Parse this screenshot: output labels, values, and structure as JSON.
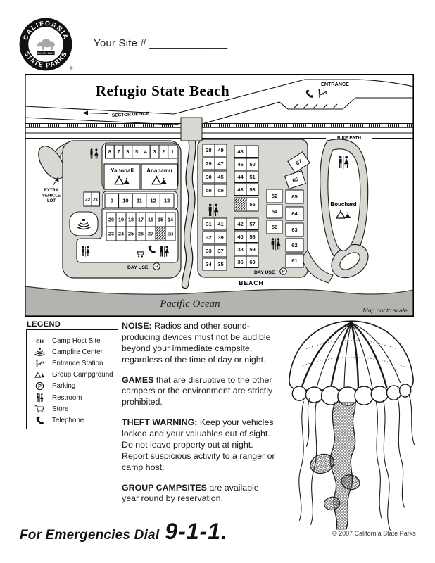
{
  "header": {
    "site_label": "Your Site # _____________",
    "logo": {
      "top": "CALIFORNIA",
      "bottom": "STATE PARKS",
      "since": "SINCE 1864",
      "reg": "®"
    }
  },
  "map": {
    "title": "Refugio State Beach",
    "sector_office": "SECTOR OFFICE",
    "entrance": "ENTRANCE",
    "bike_path": "BIKE PATH",
    "beach": "BEACH",
    "ocean": "Pacific Ocean",
    "scale_note": "Map not to scale.",
    "day_use": "DAY USE",
    "extra_vehicle_lot": [
      "EXTRA",
      "VEHICLE",
      "LOT"
    ],
    "areas": {
      "yanonali": "Yanonali",
      "anapamu": "Anapamu",
      "bouchard": "Bouchard"
    },
    "sites": {
      "row_top": [
        "8",
        "7",
        "6",
        "5",
        "4",
        "3",
        "2",
        "1"
      ],
      "row_9_13": [
        "9",
        "10",
        "11",
        "12",
        "13"
      ],
      "pair_22_21": [
        "22",
        "21"
      ],
      "row_20_14": [
        "20",
        "19",
        "18",
        "17",
        "16",
        "15",
        "14"
      ],
      "row_23_ch": [
        "23",
        "24",
        "25",
        "26",
        "27",
        "HATCH",
        "CH"
      ],
      "col_a_upper": [
        [
          "28",
          "49"
        ],
        [
          "29",
          "47"
        ],
        [
          "30",
          "45"
        ],
        [
          "CH",
          "CH"
        ]
      ],
      "col_a_lower": [
        [
          "31",
          "41"
        ],
        [
          "32",
          "39"
        ],
        [
          "33",
          "37"
        ],
        [
          "34",
          "35"
        ]
      ],
      "col_b": [
        [
          "48",
          ""
        ],
        [
          "46",
          "50"
        ],
        [
          "44",
          "51"
        ],
        [
          "43",
          "53"
        ],
        [
          "HATCH",
          "55"
        ],
        [
          "42",
          "57"
        ],
        [
          "40",
          "58"
        ],
        [
          "38",
          "59"
        ],
        [
          "36",
          "60"
        ]
      ],
      "col_c": [
        "52",
        "54",
        "56"
      ],
      "col_d": [
        "67",
        "66",
        "65",
        "64",
        "63",
        "62",
        "61"
      ]
    }
  },
  "legend": {
    "title": "LEGEND",
    "items": [
      {
        "icon": "camp-host-icon",
        "label": "Camp Host Site"
      },
      {
        "icon": "campfire-center-icon",
        "label": "Campfire Center"
      },
      {
        "icon": "entrance-station-icon",
        "label": "Entrance Station"
      },
      {
        "icon": "group-campground-icon",
        "label": "Group Campground"
      },
      {
        "icon": "parking-icon",
        "label": "Parking"
      },
      {
        "icon": "restroom-icon",
        "label": "Restroom"
      },
      {
        "icon": "store-icon",
        "label": "Store"
      },
      {
        "icon": "telephone-icon",
        "label": "Telephone"
      }
    ]
  },
  "notices": [
    {
      "title": "NOISE:",
      "body": "Radios and other sound-producing devices must not be audible beyond your immediate campsite, regardless of the time of day or night."
    },
    {
      "title": "GAMES",
      "body": "that are disruptive to the other campers or the environment are strictly prohibited."
    },
    {
      "title": "THEFT WARNING:",
      "body": "Keep your vehicles locked and your valuables out of sight. Do not leave property out at night. Report suspicious activity to a ranger or camp host."
    },
    {
      "title": "GROUP CAMPSITES",
      "body": "are available year round by reservation."
    }
  ],
  "footer": {
    "emergency_prefix": "For Emergencies Dial",
    "emergency_number": "9-1-1.",
    "copyright": "© 2007 California State Parks"
  },
  "colors": {
    "road_gray": "#d8d8d3",
    "ocean_gray": "#b3b3b0",
    "ink": "#111111"
  }
}
